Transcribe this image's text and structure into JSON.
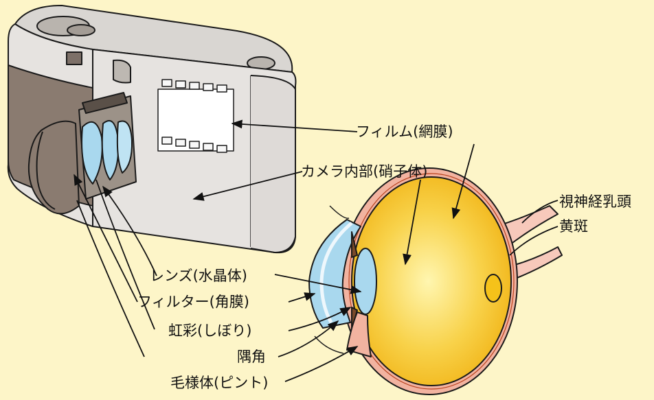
{
  "labels": {
    "film_retina": "フィルム(網膜)",
    "camera_interior": "カメラ内部(硝子体)",
    "optic_disc": "視神経乳頭",
    "macula": "黄斑",
    "lens": "レンズ(水晶体)",
    "filter_cornea": "フィルター(角膜)",
    "iris": "虹彩(しぼり)",
    "angle": "隅角",
    "ciliary_body": "毛様体(ピント)"
  },
  "colors": {
    "background": "#fdf5c8",
    "camera_body": "#e4e1de",
    "camera_dark": "#8a7b70",
    "vitreous": "#f5c21a",
    "sclera": "#f2b3a0",
    "lens": "#a9d8ee",
    "outline": "#1a1a1a"
  }
}
